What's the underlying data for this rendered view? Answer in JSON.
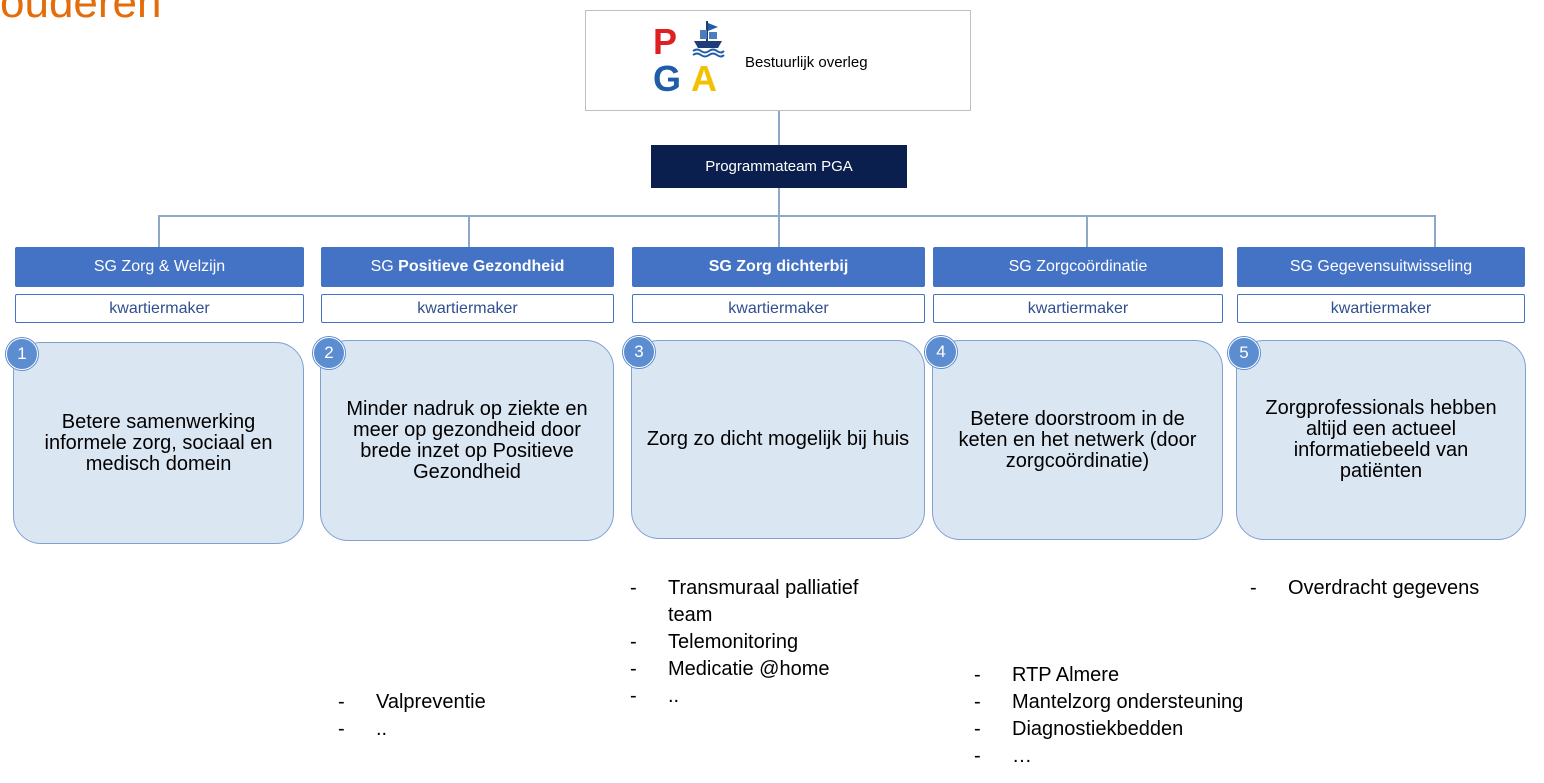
{
  "header": {
    "title_fragment": "ouderen"
  },
  "top": {
    "logo_letters": [
      "P",
      "G",
      "A"
    ],
    "title": "Bestuurlijk overleg"
  },
  "program": {
    "label": "Programmateam PGA"
  },
  "colors": {
    "header_blue": "#4472c4",
    "navy": "#0b1f4e",
    "card_fill": "#dbe6f3",
    "orange": "#e46c0a"
  },
  "groups": [
    {
      "sg": "SG",
      "name": "Zorg & Welzijn",
      "role": "kwartiermaker",
      "number": "1",
      "goal": "Betere samenwerking informele zorg, sociaal en medisch domein",
      "items": []
    },
    {
      "sg": "SG",
      "name": "Positieve Gezondheid",
      "role": "kwartiermaker",
      "number": "2",
      "goal": "Minder nadruk op ziekte en meer op gezondheid door brede inzet op Positieve Gezondheid",
      "items": [
        "Valpreventie",
        ".."
      ]
    },
    {
      "sg": "SG",
      "name": "Zorg dichterbij",
      "role": "kwartiermaker",
      "number": "3",
      "goal": "Zorg zo dicht mogelijk bij huis",
      "items": [
        "Transmuraal palliatief team",
        "Telemonitoring",
        "Medicatie @home",
        ".."
      ]
    },
    {
      "sg": "SG",
      "name": "Zorgcoördinatie",
      "role": "kwartiermaker",
      "number": "4",
      "goal": "Betere doorstroom in de keten en het netwerk (door zorgcoördinatie)",
      "items": [
        "RTP Almere",
        "Mantelzorg ondersteuning",
        "Diagnostiekbedden",
        "…"
      ]
    },
    {
      "sg": "SG",
      "name": "Gegevensuitwisseling",
      "role": "kwartiermaker",
      "number": "5",
      "goal": "Zorgprofessionals hebben altijd een actueel informatiebeeld van patiënten",
      "items": [
        "Overdracht gegevens"
      ]
    }
  ]
}
